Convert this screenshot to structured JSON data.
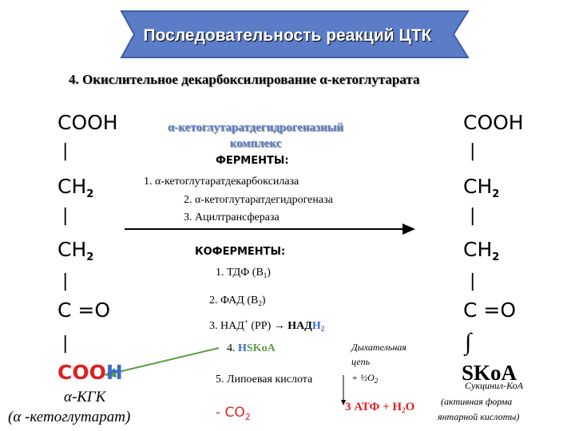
{
  "title": "Последовательность реакций ЦТК",
  "subtitle": "4. Окислительное декарбоксилирование α-кетоглутарата",
  "left_structure": {
    "cooh_top": "COOH",
    "ch2_a": "CH",
    "ch2_a_sub": "2",
    "ch2_b": "CH",
    "ch2_b_sub": "2",
    "co": "C =O",
    "bottom_coo": "COO",
    "bottom_h": "H",
    "name": "α-КГК",
    "name_full": "(α -кетоглутарат)"
  },
  "right_structure": {
    "cooh_top": "COOH",
    "ch2_a": "CH",
    "ch2_a_sub": "2",
    "ch2_b": "CH",
    "ch2_b_sub": "2",
    "co": "C =O",
    "bond_glyph": "∫",
    "skoa": "SKoA",
    "name_line1": "Сукцинил-КоА",
    "name_line2": "(активная форма",
    "name_line3": "янтарной кислоты)"
  },
  "bond_glyph": "|",
  "enzyme_complex": {
    "line1": "α-кетоглутаратдегидрогеназный",
    "line2": "комплекс"
  },
  "enzymes": {
    "heading": "ФЕРМЕНТЫ:",
    "items": [
      "1. α-кетоглутаратдекарбоксилаза",
      "2. α-кетоглутаратдегидрогеназа",
      "3. Ацилтрансфераза"
    ]
  },
  "coenzymes": {
    "heading": "КОФЕРМЕНТЫ:",
    "item1": "1. ТДФ (В",
    "item1_sub": "1",
    "item1_end": ")",
    "item2": "2. ФАД (В",
    "item2_sub": "2",
    "item2_end": ")",
    "item3": "3. НАД",
    "item3_sup": "+",
    "item3_mid": " (РР) → ",
    "item3_nad": "НАД",
    "item3_h": "Н",
    "item3_h_sub": "2",
    "item4_num": "4. ",
    "item4_h": "Н",
    "item4_skoa": "SKoA",
    "item5": "5. Липоевая кислота"
  },
  "resp_chain": {
    "line1": "Дыхательная",
    "line2": "цепь",
    "line3": "+ ½O",
    "line3_sub": "2"
  },
  "products": {
    "atp": "3 АТФ",
    "plus": " + ",
    "water": "Н",
    "water_sub": "2",
    "water_end": "O",
    "co2": "- CO",
    "co2_sub": "2"
  },
  "colors": {
    "banner_fill": "#5b7cc6",
    "banner_stroke": "#3e5fa6",
    "red": "#e02020",
    "blue": "#3a6ac8",
    "arrow_green": "#5f9a4a"
  }
}
